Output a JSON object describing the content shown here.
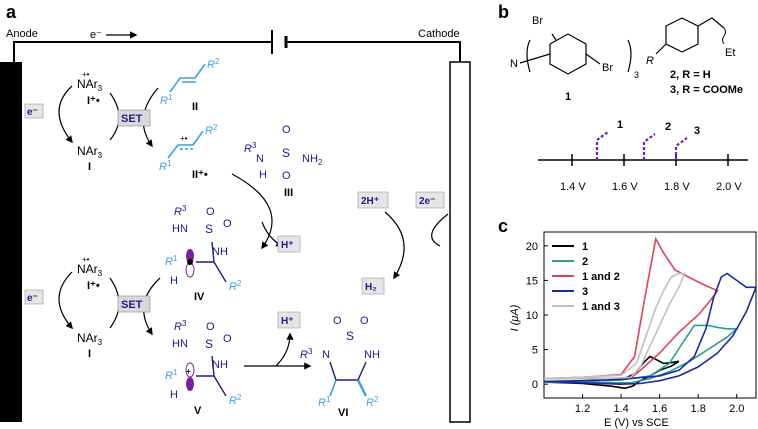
{
  "panels": {
    "a": "a",
    "b": "b",
    "c": "c"
  },
  "panel_a": {
    "anode": "Anode",
    "cathode": "Cathode",
    "electron": "e⁻",
    "e_minus": "e⁻",
    "set": "SET",
    "radical_cation": "+•",
    "nar3": "NAr",
    "nar3_sub": "3",
    "I": "I",
    "I_rc": "I⁺•",
    "II": "II",
    "II_rc": "II⁺•",
    "III": "III",
    "IV": "IV",
    "V": "V",
    "VI": "VI",
    "R1": "R",
    "R2": "R",
    "R3": "R",
    "sup1": "1",
    "sup2": "2",
    "sup3": "3",
    "S": "S",
    "O": "O",
    "N": "N",
    "NH": "NH",
    "NH2": "NH",
    "HN": "HN",
    "H": "H",
    "H_plus": "H⁺",
    "two_H_plus": "2H⁺",
    "two_e_minus": "2e⁻",
    "H2": "H₂"
  },
  "panel_b": {
    "Br_top": "Br",
    "Br_right": "Br",
    "N": "N",
    "sub3": "3",
    "label1": "1",
    "R": "R",
    "Et": "Et",
    "compound2": "2, R = H",
    "compound3": "3, R = COOMe",
    "ticks": [
      "1.4 V",
      "1.6 V",
      "1.8 V",
      "2.0 V"
    ],
    "markers": [
      "1",
      "2",
      "3"
    ],
    "colors": {
      "marker": "#7b1fa2"
    }
  },
  "chart_data": {
    "type": "line",
    "xlabel": "E (V) vs SCE",
    "ylabel": "I (μA)",
    "xlim": [
      1.0,
      2.1
    ],
    "ylim": [
      -2,
      22
    ],
    "xticks": [
      "1.2",
      "1.4",
      "1.6",
      "1.8",
      "2.0"
    ],
    "yticks": [
      "0",
      "5",
      "10",
      "15",
      "20"
    ],
    "legend_position": "top-left",
    "series": [
      {
        "name": "1",
        "color": "#000000",
        "x": [
          1.0,
          1.2,
          1.4,
          1.47,
          1.52,
          1.55,
          1.58,
          1.62,
          1.66,
          1.7,
          1.66,
          1.6,
          1.55,
          1.5,
          1.46,
          1.42,
          1.35,
          1.2,
          1.0
        ],
        "y": [
          0.3,
          0.4,
          0.6,
          1.5,
          3.2,
          4.0,
          3.6,
          3.0,
          3.1,
          3.3,
          2.6,
          2.0,
          1.2,
          0.5,
          -0.3,
          -0.6,
          -0.3,
          0.1,
          0.3
        ]
      },
      {
        "name": "2",
        "color": "#2e9e8e",
        "x": [
          1.0,
          1.2,
          1.4,
          1.55,
          1.65,
          1.72,
          1.78,
          1.85,
          1.9,
          1.95,
          2.0,
          1.95,
          1.85,
          1.75,
          1.65,
          1.55,
          1.45,
          1.3,
          1.0
        ],
        "y": [
          0.3,
          0.4,
          0.6,
          1.2,
          3.0,
          6.0,
          8.5,
          8.5,
          8.2,
          8.0,
          8.0,
          6.8,
          5.0,
          3.2,
          1.8,
          0.8,
          0.2,
          0.2,
          0.3
        ]
      },
      {
        "name": "1 and 2",
        "color": "#e0405a",
        "x": [
          1.0,
          1.2,
          1.4,
          1.47,
          1.52,
          1.56,
          1.58,
          1.62,
          1.68,
          1.75,
          1.82,
          1.9,
          1.86,
          1.8,
          1.7,
          1.6,
          1.5,
          1.45,
          1.3,
          1.0
        ],
        "y": [
          0.8,
          1.0,
          1.4,
          4.0,
          12.0,
          18.0,
          21.0,
          19.0,
          16.5,
          15.5,
          14.5,
          13.5,
          12.0,
          10.0,
          7.5,
          4.5,
          2.0,
          0.9,
          0.8,
          0.8
        ]
      },
      {
        "name": "3",
        "color": "#1a2aa8",
        "x": [
          1.0,
          1.2,
          1.4,
          1.6,
          1.7,
          1.78,
          1.84,
          1.88,
          1.92,
          1.95,
          2.0,
          2.05,
          2.1,
          2.05,
          1.98,
          1.9,
          1.8,
          1.7,
          1.6,
          1.5,
          1.4,
          1.2,
          1.0
        ],
        "y": [
          0.4,
          0.5,
          0.7,
          1.2,
          2.0,
          4.0,
          8.0,
          12.5,
          15.5,
          16.0,
          15.0,
          14.0,
          14.0,
          10.5,
          7.0,
          4.5,
          2.5,
          1.2,
          0.5,
          0.1,
          0.0,
          0.2,
          0.4
        ]
      },
      {
        "name": "1 and 3",
        "color": "#c0c0c0",
        "x": [
          1.0,
          1.2,
          1.4,
          1.48,
          1.53,
          1.58,
          1.62,
          1.66,
          1.7,
          1.73,
          1.7,
          1.65,
          1.6,
          1.55,
          1.5,
          1.45,
          1.3,
          1.0
        ],
        "y": [
          0.8,
          1.0,
          1.3,
          3.0,
          7.0,
          11.0,
          13.5,
          15.5,
          16.0,
          16.0,
          14.0,
          11.5,
          8.5,
          5.5,
          2.5,
          1.0,
          0.8,
          0.8
        ]
      }
    ]
  }
}
